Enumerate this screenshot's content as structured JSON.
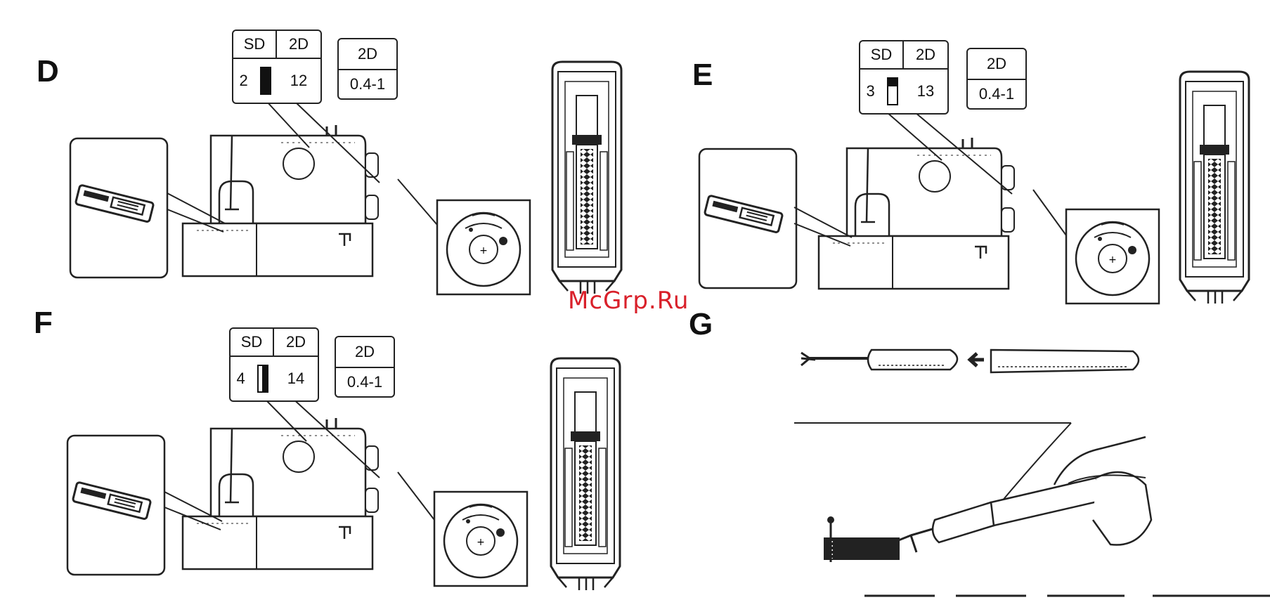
{
  "labels": {
    "d": "D",
    "e": "E",
    "f": "F",
    "g": "G"
  },
  "panel_d": {
    "stitch": {
      "sd": "SD",
      "twod": "2D",
      "left": "2",
      "right": "12",
      "bar_fill": "full"
    },
    "length": {
      "twod": "2D",
      "value": "0.4-1"
    }
  },
  "panel_e": {
    "stitch": {
      "sd": "SD",
      "twod": "2D",
      "left": "3",
      "right": "13",
      "bar_fill": "top"
    },
    "length": {
      "twod": "2D",
      "value": "0.4-1"
    }
  },
  "panel_f": {
    "stitch": {
      "sd": "SD",
      "twod": "2D",
      "left": "4",
      "right": "14",
      "bar_fill": "right"
    },
    "length": {
      "twod": "2D",
      "value": "0.4-1"
    }
  },
  "watermark": "McGrp.Ru",
  "colors": {
    "ink": "#111111",
    "watermark": "#d9202a"
  }
}
